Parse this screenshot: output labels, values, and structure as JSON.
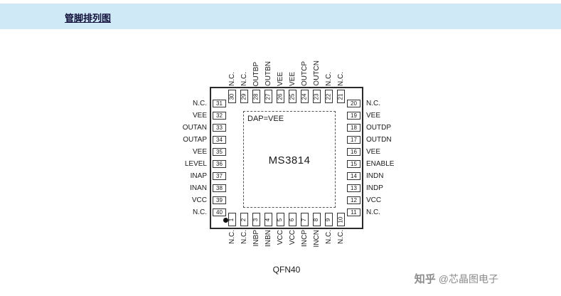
{
  "header": {
    "title": "管脚排列图"
  },
  "chip": {
    "name": "MS3814",
    "package": "QFN40",
    "dap_label": "DAP=VEE",
    "pins": {
      "top": [
        {
          "num": "30",
          "label": "N.C."
        },
        {
          "num": "29",
          "label": "N.C."
        },
        {
          "num": "28",
          "label": "OUTBP"
        },
        {
          "num": "27",
          "label": "OUTBN"
        },
        {
          "num": "26",
          "label": "VEE"
        },
        {
          "num": "25",
          "label": "VEE"
        },
        {
          "num": "24",
          "label": "OUTCP"
        },
        {
          "num": "23",
          "label": "OUTCN"
        },
        {
          "num": "22",
          "label": "N.C."
        },
        {
          "num": "21",
          "label": "N.C."
        }
      ],
      "bottom": [
        {
          "num": "1",
          "label": "N.C."
        },
        {
          "num": "2",
          "label": "N.C."
        },
        {
          "num": "3",
          "label": "INBP"
        },
        {
          "num": "4",
          "label": "INBN"
        },
        {
          "num": "5",
          "label": "VCC"
        },
        {
          "num": "6",
          "label": "VCC"
        },
        {
          "num": "7",
          "label": "INCP"
        },
        {
          "num": "8",
          "label": "INCN"
        },
        {
          "num": "9",
          "label": "N.C."
        },
        {
          "num": "10",
          "label": "N.C."
        }
      ],
      "left": [
        {
          "num": "31",
          "label": "N.C."
        },
        {
          "num": "32",
          "label": "VEE"
        },
        {
          "num": "33",
          "label": "OUTAN"
        },
        {
          "num": "34",
          "label": "OUTAP"
        },
        {
          "num": "35",
          "label": "VEE"
        },
        {
          "num": "36",
          "label": "LEVEL"
        },
        {
          "num": "37",
          "label": "INAP"
        },
        {
          "num": "38",
          "label": "INAN"
        },
        {
          "num": "39",
          "label": "VCC"
        },
        {
          "num": "40",
          "label": "N.C."
        }
      ],
      "right": [
        {
          "num": "20",
          "label": "N.C."
        },
        {
          "num": "19",
          "label": "VEE"
        },
        {
          "num": "18",
          "label": "OUTDP"
        },
        {
          "num": "17",
          "label": "OUTDN"
        },
        {
          "num": "16",
          "label": "VEE"
        },
        {
          "num": "15",
          "label": "ENABLE"
        },
        {
          "num": "14",
          "label": "INDN"
        },
        {
          "num": "13",
          "label": "INDP"
        },
        {
          "num": "12",
          "label": "VCC"
        },
        {
          "num": "11",
          "label": "N.C."
        }
      ]
    }
  },
  "watermark": {
    "brand": "知乎",
    "account": "@芯晶图电子"
  },
  "colors": {
    "banner_bg": "#cfe9f6",
    "text": "#1a1a1a",
    "watermark": "#8c8c8c"
  }
}
